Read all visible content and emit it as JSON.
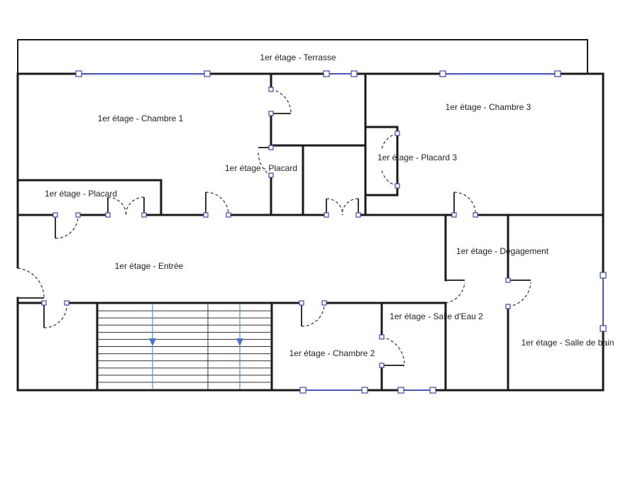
{
  "rooms": [
    {
      "id": "terrasse",
      "label": "1er étage - Terrasse"
    },
    {
      "id": "chambre1",
      "label": "1er étage - Chambre 1"
    },
    {
      "id": "chambre3",
      "label": "1er étage - Chambre 3"
    },
    {
      "id": "placard",
      "label": "1er étage - Placard"
    },
    {
      "id": "placard3",
      "label": "1er étage - Placard 3"
    },
    {
      "id": "placard-w",
      "label": "1er étage - Placard"
    },
    {
      "id": "entree",
      "label": "1er étage - Entrée"
    },
    {
      "id": "degagement",
      "label": "1er étage - Dégagement"
    },
    {
      "id": "salle-eau2",
      "label": "1er étage - Salle d'Eau 2"
    },
    {
      "id": "chambre2",
      "label": "1er étage - Chambre 2"
    },
    {
      "id": "salle-bain",
      "label": "1er étage - Salle de bain"
    }
  ],
  "colors": {
    "wall": "#1a1a1a",
    "window": "#4a56b8",
    "stair_arrow": "#4a76c4",
    "background": "#ffffff"
  }
}
